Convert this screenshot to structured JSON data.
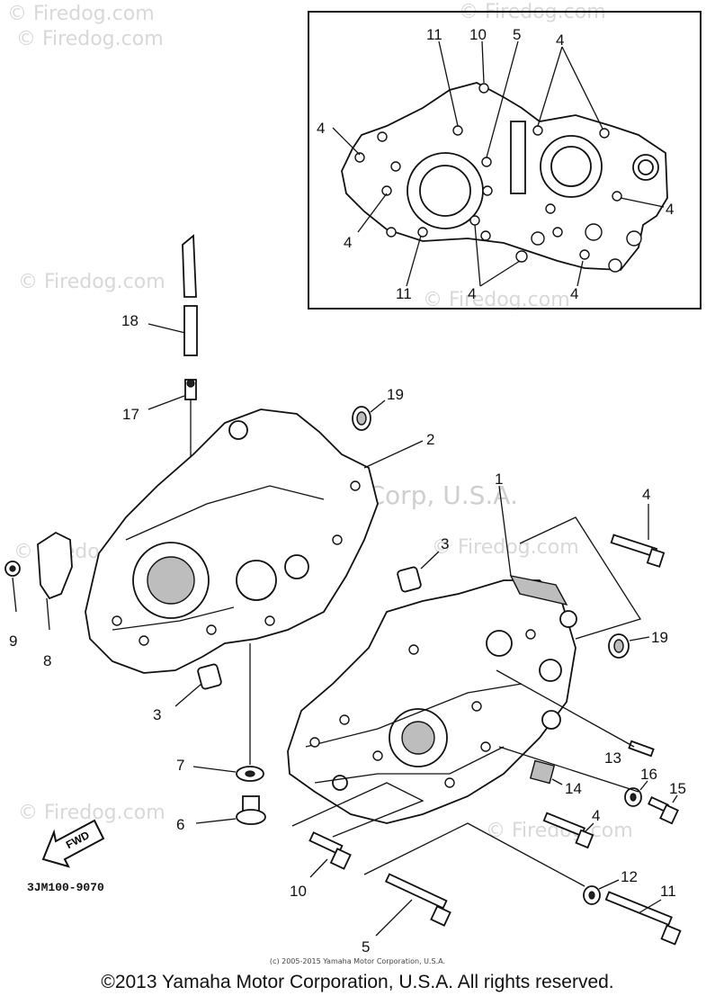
{
  "watermarks": {
    "text": "© Firedog.com",
    "banner": "Yamaha Motor Corp, U.S.A."
  },
  "diagram_code": "3JM100-9070",
  "fwd_label": "FWD",
  "callouts": {
    "inset_4a": "4",
    "inset_11a": "11",
    "inset_10": "10",
    "inset_5": "5",
    "inset_4b": "4",
    "inset_4c": "4",
    "inset_4d": "4",
    "inset_4e": "4",
    "inset_11b": "11",
    "inset_4f": "4",
    "inset_4g": "4",
    "p18": "18",
    "p17": "17",
    "p19a": "19",
    "p2": "2",
    "p1": "1",
    "p4a": "4",
    "p3a": "3",
    "p9": "9",
    "p8": "8",
    "p3b": "3",
    "p19b": "19",
    "p13": "13",
    "p16": "16",
    "p15": "15",
    "p7": "7",
    "p14": "14",
    "p6": "6",
    "p4b": "4",
    "p10": "10",
    "p12": "12",
    "p11": "11",
    "p5": "5"
  },
  "fine_print": "(c) 2005-2015 Yamaha Motor Corporation, U.S.A.",
  "copyright": "©2013 Yamaha Motor Corporation, U.S.A. All rights reserved."
}
